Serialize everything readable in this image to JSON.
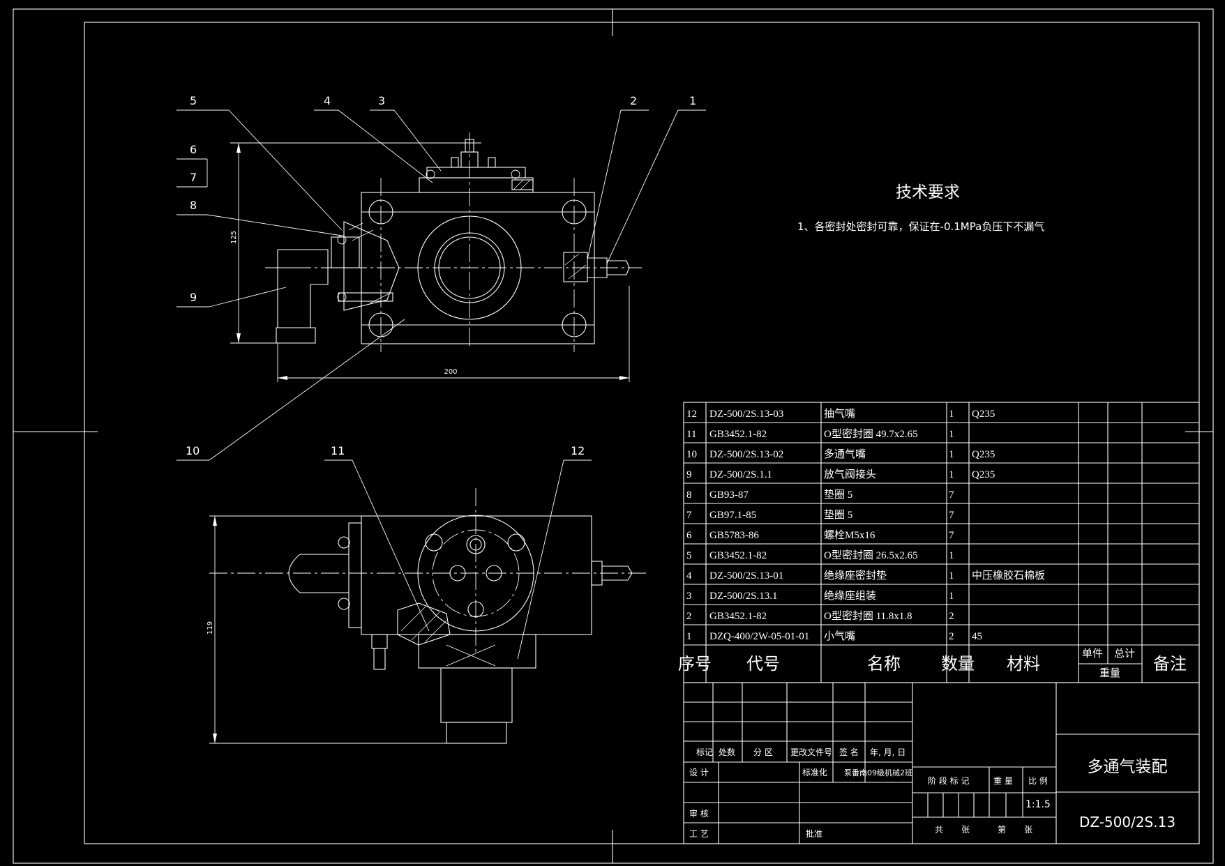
{
  "technical_requirements": {
    "title": "技术要求",
    "items": [
      "1、各密封处密封可靠，保证在-0.1MPa负压下不漏气"
    ]
  },
  "dimensions": {
    "height_front": "125",
    "width_front": "200",
    "height_bottom": "119"
  },
  "balloons": [
    "1",
    "2",
    "3",
    "4",
    "5",
    "6",
    "7",
    "8",
    "9",
    "10",
    "11",
    "12"
  ],
  "parts_list": {
    "headers": {
      "seq": "序号",
      "code": "代号",
      "name": "名称",
      "qty": "数量",
      "material": "材料",
      "unit": "单件",
      "total": "总计",
      "weight": "重量",
      "remark": "备注"
    },
    "rows": [
      {
        "seq": "12",
        "code": "DZ-500/2S.13-03",
        "name": "抽气嘴",
        "qty": "1",
        "material": "Q235"
      },
      {
        "seq": "11",
        "code": "GB3452.1-82",
        "name": "O型密封圈 49.7x2.65",
        "qty": "1",
        "material": ""
      },
      {
        "seq": "10",
        "code": "DZ-500/2S.13-02",
        "name": "多通气嘴",
        "qty": "1",
        "material": "Q235"
      },
      {
        "seq": "9",
        "code": "DZ-500/2S.1.1",
        "name": "放气阀接头",
        "qty": "1",
        "material": "Q235"
      },
      {
        "seq": "8",
        "code": "GB93-87",
        "name": "垫圈 5",
        "qty": "7",
        "material": ""
      },
      {
        "seq": "7",
        "code": "GB97.1-85",
        "name": "垫圈 5",
        "qty": "7",
        "material": ""
      },
      {
        "seq": "6",
        "code": "GB5783-86",
        "name": "螺栓M5x16",
        "qty": "7",
        "material": ""
      },
      {
        "seq": "5",
        "code": "GB3452.1-82",
        "name": "O型密封圈 26.5x2.65",
        "qty": "1",
        "material": ""
      },
      {
        "seq": "4",
        "code": "DZ-500/2S.13-01",
        "name": "绝缘座密封垫",
        "qty": "1",
        "material": "中压橡胶石棉板"
      },
      {
        "seq": "3",
        "code": "DZ-500/2S.13.1",
        "name": "绝缘座组装",
        "qty": "1",
        "material": ""
      },
      {
        "seq": "2",
        "code": "GB3452.1-82",
        "name": "O型密封圈 11.8x1.8",
        "qty": "2",
        "material": ""
      },
      {
        "seq": "1",
        "code": "DZQ-400/2W-05-01-01",
        "name": "小气嘴",
        "qty": "2",
        "material": "45"
      }
    ]
  },
  "title_block": {
    "labels": {
      "mark": "标记",
      "count": "处数",
      "zone": "分 区",
      "doc_no": "更改文件号",
      "sign": "签 名",
      "date": "年, 月, 日",
      "design": "设 计",
      "standard": "标准化",
      "review": "审 核",
      "process": "工 艺",
      "approve": "批准",
      "stage": "阶 段 标 记",
      "weight": "重 量",
      "scale": "比 例",
      "total_sheets": "共",
      "sheets": "张",
      "sheet_no": "第",
      "sheet": "张"
    },
    "designer_note": "泵番南09级机械2班",
    "scale": "1:1.5",
    "drawing_name": "多通气装配",
    "drawing_code": "DZ-500/2S.13"
  }
}
